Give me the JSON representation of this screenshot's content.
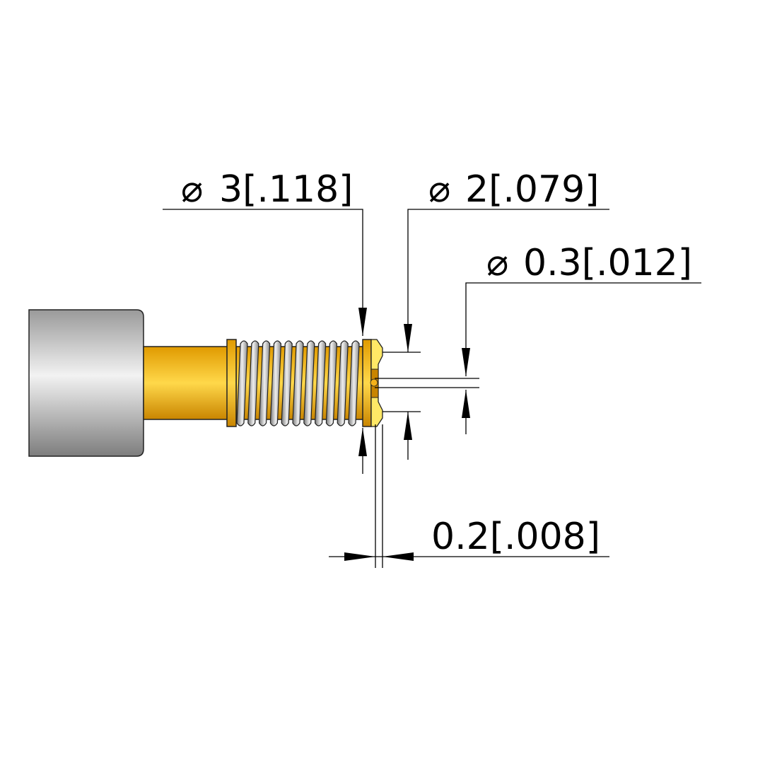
{
  "dimensions": {
    "outer_diameter": {
      "symbol": "⌀",
      "value": "3[.118]"
    },
    "tip_diameter": {
      "symbol": "⌀",
      "value": "2[.079]"
    },
    "hole_diameter": {
      "symbol": "⌀",
      "value": "0.3[.012]"
    },
    "tip_length": {
      "value": "0.2[.008]"
    }
  },
  "colors": {
    "gold": "#f5b21a",
    "steel": "#b0b0b0"
  }
}
